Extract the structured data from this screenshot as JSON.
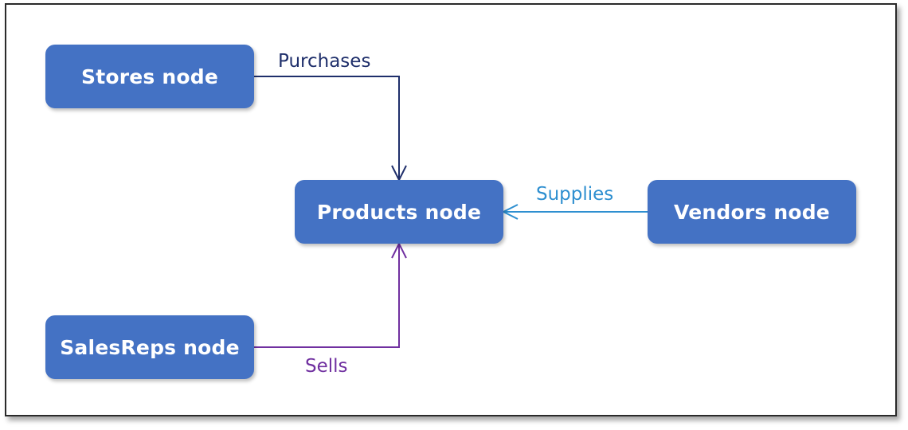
{
  "colors": {
    "node_fill": "#4472c4",
    "purchases_edge": "#1f2f6b",
    "supplies_edge": "#2e8fd0",
    "sells_edge": "#7030a0"
  },
  "nodes": {
    "stores": "Stores node",
    "products": "Products node",
    "vendors": "Vendors node",
    "salesreps": "SalesReps node"
  },
  "edges": {
    "purchases": "Purchases",
    "supplies": "Supplies",
    "sells": "Sells"
  }
}
